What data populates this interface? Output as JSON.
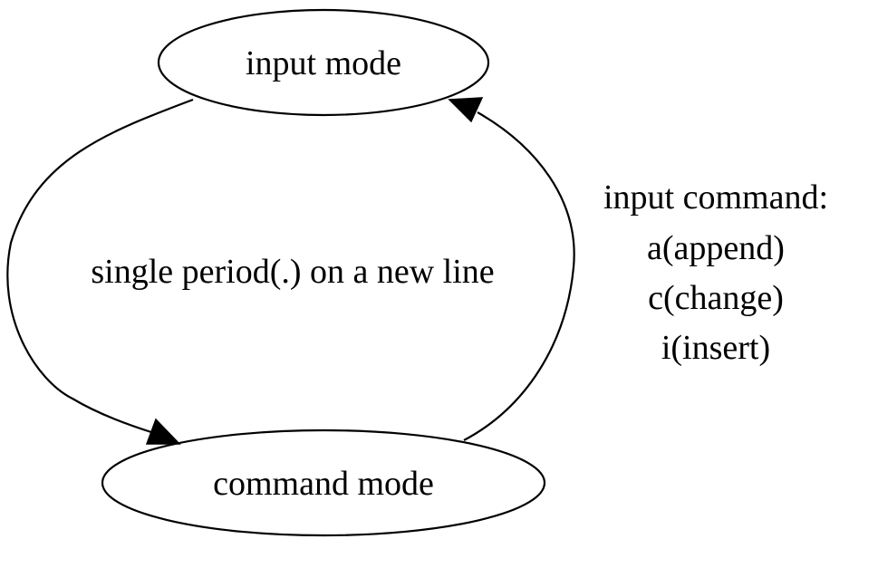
{
  "diagram": {
    "nodes": {
      "input_mode": {
        "label": "input mode"
      },
      "command_mode": {
        "label": "command mode"
      }
    },
    "edges": {
      "to_command": {
        "from": "input mode",
        "to": "command mode",
        "label": "single period(.) on a new line"
      },
      "to_input": {
        "from": "command mode",
        "to": "input mode",
        "label_lines": [
          "input command:",
          "a(append)",
          "c(change)",
          "i(insert)"
        ]
      }
    },
    "colors": {
      "stroke": "#000000",
      "background": "#ffffff",
      "text": "#000000"
    }
  }
}
